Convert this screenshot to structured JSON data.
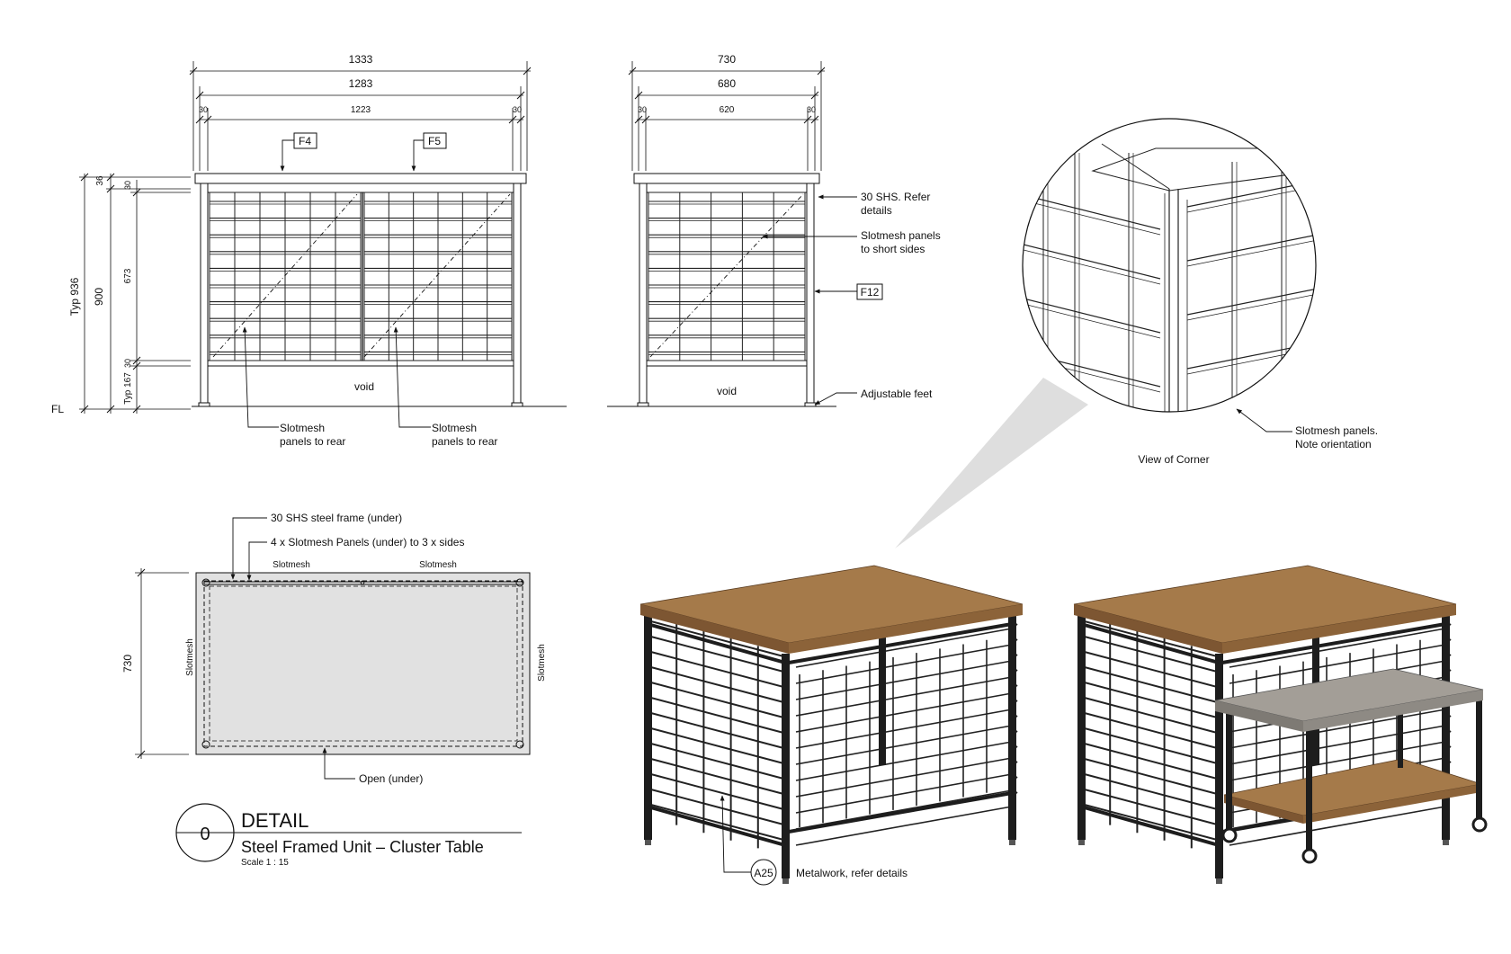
{
  "front": {
    "dim_overall": "1333",
    "dim_inner": "1283",
    "dim_left": "30",
    "dim_mid": "1223",
    "dim_right": "30",
    "tag_a": "F4",
    "tag_b": "F5",
    "h_typ": "Typ 936",
    "h_900": "900",
    "h_36": "36",
    "h_30a": "30",
    "h_673": "673",
    "h_30b": "30",
    "h_typ167": "Typ 167",
    "fl": "FL",
    "void": "void",
    "note_rear_1a": "Slotmesh",
    "note_rear_1b": "panels to rear",
    "note_rear_2a": "Slotmesh",
    "note_rear_2b": "panels to rear"
  },
  "side": {
    "dim_overall": "730",
    "dim_inner": "680",
    "dim_left": "30",
    "dim_mid": "620",
    "dim_right": "30",
    "void": "void",
    "note_shs_a": "30 SHS. Refer",
    "note_shs_b": "details",
    "note_panels_a": "Slotmesh panels",
    "note_panels_b": "to short sides",
    "tag": "F12",
    "note_feet": "Adjustable feet"
  },
  "corner": {
    "caption": "View of Corner",
    "note_a": "Slotmesh panels.",
    "note_b": "Note orientation"
  },
  "plan": {
    "note_frame": "30 SHS steel frame (under)",
    "note_panels": "4 x Slotmesh Panels (under) to 3 x sides",
    "label_top_left": "Slotmesh",
    "label_top_right": "Slotmesh",
    "label_left": "Slotmesh",
    "label_right": "Slotmesh",
    "dim_depth": "730",
    "note_open": "Open (under)"
  },
  "title_block": {
    "number": "0",
    "heading": "DETAIL",
    "subtitle": "Steel Framed Unit – Cluster Table",
    "scale": "Scale   1 : 15"
  },
  "iso": {
    "tag": "A25",
    "note": "Metalwork, refer details"
  },
  "colors": {
    "timber_top": "#a57a4a",
    "timber_edge": "#7d5632",
    "concrete_top": "#a39e97",
    "frame": "#1d1d1d",
    "plan_fill": "#e1e1e1",
    "callout_cone": "#dcdcdc"
  }
}
